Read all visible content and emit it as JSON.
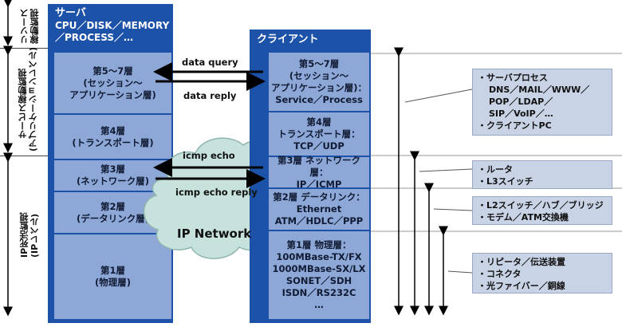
{
  "side_labels": {
    "resource": "リソース\n稼動監視",
    "service": "サービス稼動監視\n(アプリケーションレベル)",
    "ip": "IP死活監視\n(IPレベル)"
  },
  "server": {
    "title": "サーバ",
    "subtitle": "CPU／DISK／MEMORY／PROCESS／…",
    "layers": [
      {
        "lines": [
          "第5〜7層",
          "(セッション〜",
          "アプリケーション層)"
        ]
      },
      {
        "lines": [
          "第4層",
          "(トランスポート層)"
        ]
      },
      {
        "lines": [
          "第3層",
          "(ネットワーク層)"
        ]
      },
      {
        "lines": [
          "第2層",
          "(データリンク層)"
        ]
      },
      {
        "lines": [
          "第1層",
          "(物理層)"
        ]
      }
    ]
  },
  "client": {
    "title": "クライアント",
    "layers": [
      {
        "lines": [
          "第5〜7層",
          "(セッション〜",
          "アプリケーション層)：",
          "Service／Process"
        ]
      },
      {
        "lines": [
          "第4層",
          "トランスポート層：",
          "TCP／UDP"
        ]
      },
      {
        "lines": [
          "第3層 ネットワーク層：",
          "IP／ICMP"
        ]
      },
      {
        "lines": [
          "第2層 データリンク：",
          "Ethernet",
          "ATM／HDLC／PPP"
        ]
      },
      {
        "lines": [
          "第1層 物理層：",
          "100MBase-TX/FX",
          "1000MBase-SX/LX",
          "SONET／SDH",
          "ISDN／RS232C",
          "…"
        ]
      }
    ]
  },
  "messages": {
    "data_query": "data query",
    "data_reply": "data reply",
    "icmp_echo": "icmp echo",
    "icmp_echo_reply": "icmp echo reply"
  },
  "network_label": "IP Network",
  "notes": {
    "app": [
      "・サーバプロセス",
      "DNS／MAIL／WWW／",
      "POP／LDAP／",
      "SIP／VoIP／…",
      "・クライアントPC"
    ],
    "l3": [
      "・ルータ",
      "・L3スイッチ"
    ],
    "l2": [
      "・L2スイッチ／ハブ／ブリッジ",
      "・モデム／ATM交換機"
    ],
    "l1": [
      "・リピータ／伝送装置",
      "・コネクタ",
      "・光ファイバー／銅線"
    ]
  },
  "colors": {
    "panel": "#1c52a8",
    "layer": "#8da8d6",
    "note": "#c9d3e6",
    "cloud": "#c7e2dc"
  }
}
